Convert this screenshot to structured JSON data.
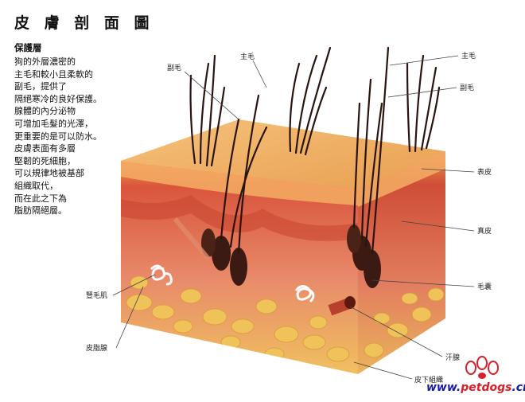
{
  "title": "皮 膚 剖 面 圖",
  "sidebar": {
    "heading": "保護層",
    "lines": [
      "狗的外層濃密的",
      "主毛和較小且柔軟的",
      "副毛，提供了",
      "隔絕寒冷的良好保護。",
      "腺體的內分泌物",
      "可增加毛髮的光澤，",
      "更重要的是可以防水。",
      "皮膚表面有多層",
      "堅韌的死細胞，",
      "可以規律地被基部",
      "組織取代，",
      "而在此之下為",
      "脂肪隔絕層。"
    ]
  },
  "labels": {
    "secondary_hair_left": "副毛",
    "primary_hair_top": "主毛",
    "primary_hair_right": "主毛",
    "secondary_hair_right": "副毛",
    "epidermis": "表皮",
    "dermis": "真皮",
    "follicle": "毛囊",
    "erector_muscle": "豎毛肌",
    "sebaceous_gland": "皮脂腺",
    "sweat_gland": "汗腺",
    "subcutis": "皮下組織"
  },
  "watermark": {
    "prefix": "www.",
    "brand": "petdogs",
    "suffix": ".cn",
    "colors": {
      "prefix": "#1a1aa8",
      "brand": "#d8202a",
      "suffix": "#1a1aa8"
    }
  },
  "colors": {
    "top_surface": "#efb35e",
    "front_face": "#e47a5a",
    "side_face": "#d96a4c",
    "epidermis_band": "#f2a35c",
    "fat": "#f0c25a",
    "hair": "#2a1410"
  }
}
